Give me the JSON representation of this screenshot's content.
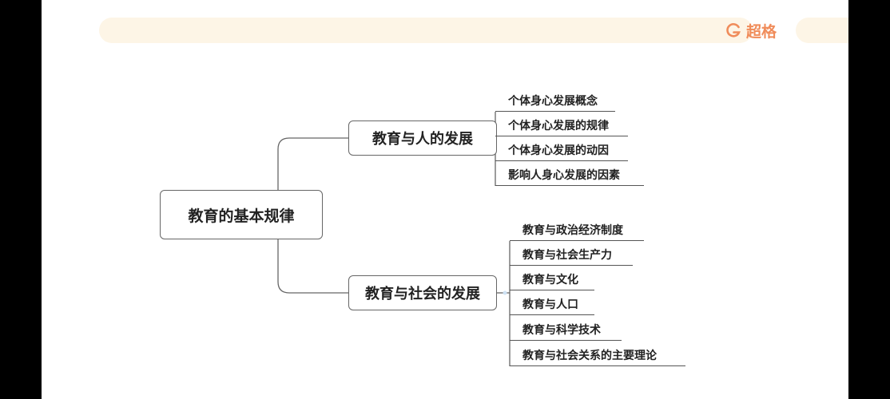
{
  "brand": {
    "logo_text": "超格",
    "color": "#f08c5a"
  },
  "diagram": {
    "root": "教育的基本规律",
    "branches": [
      {
        "label": "教育与人的发展",
        "children": [
          "个体身心发展概念",
          "个体身心发展的规律",
          "个体身心发展的动因",
          "影响人身心发展的因素"
        ]
      },
      {
        "label": "教育与社会的发展",
        "children": [
          "教育与政治经济制度",
          "教育与社会生产力",
          "教育与文化",
          "教育与人口",
          "教育与科学技术",
          "教育与社会关系的主要理论"
        ]
      }
    ]
  }
}
